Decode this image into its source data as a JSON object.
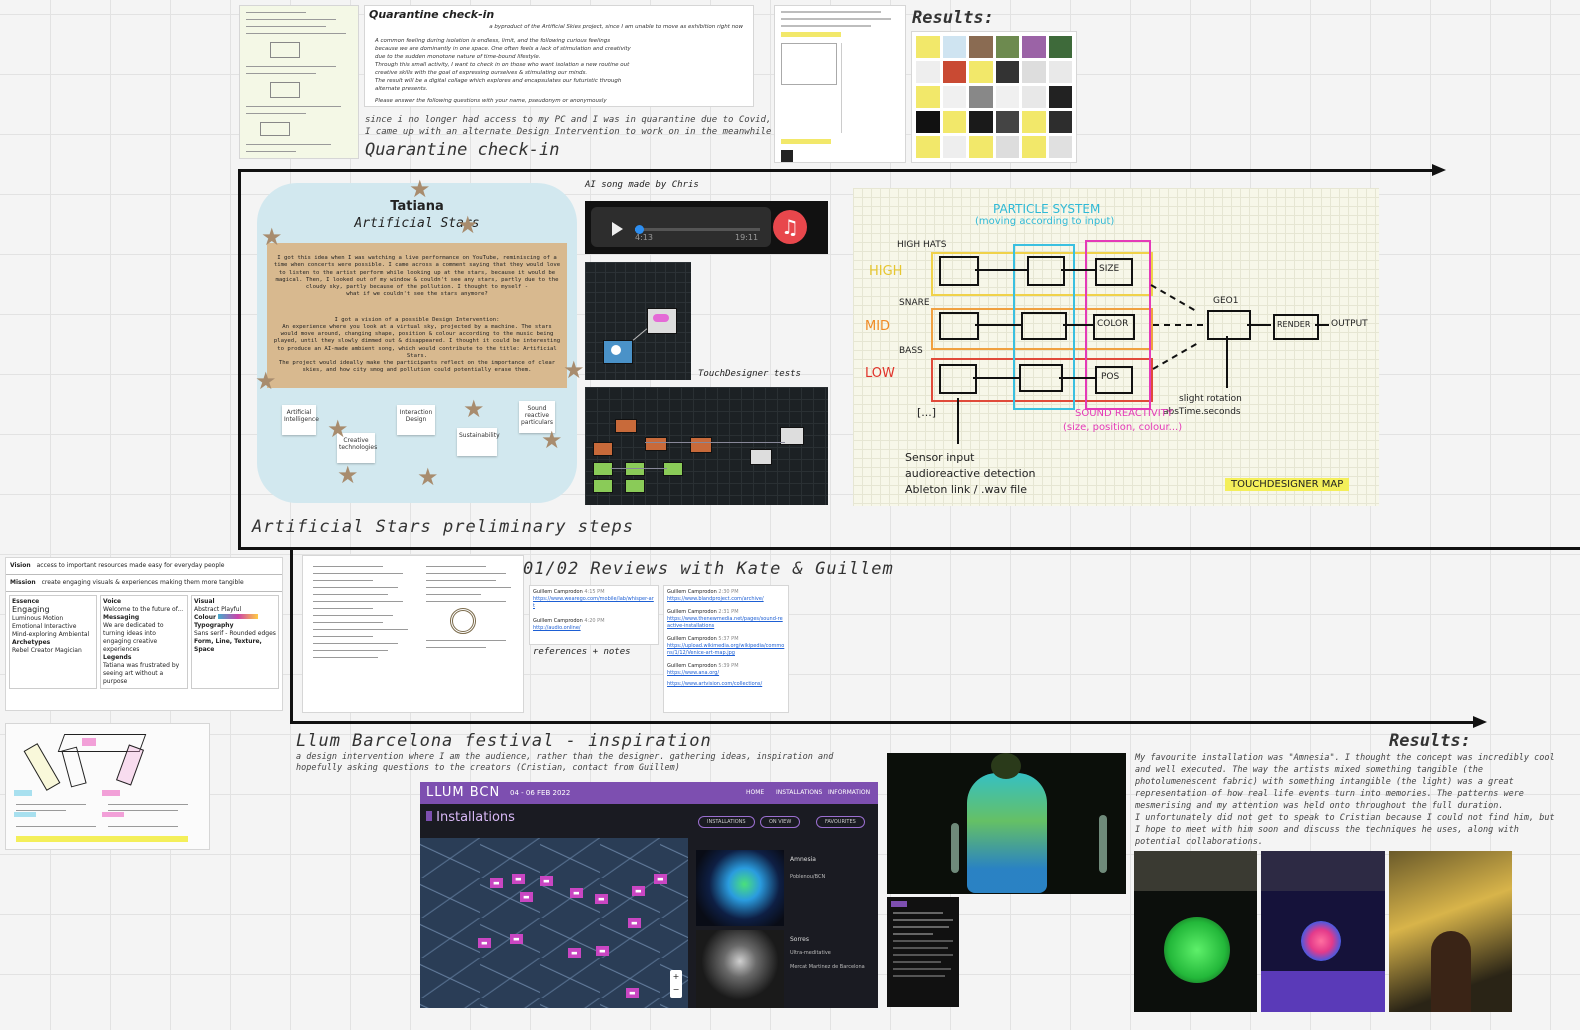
{
  "quarantine": {
    "form_title": "Quarantine check-in",
    "form_lines": [
      "a byproduct of the Artificial Skies project, since I am unable to move as exhibition right now",
      "A common feeling during isolation is endless, limit, and the following curious feelings",
      "because we are dominantly in one space. One often feels a lack of stimulation and creativity",
      "due to the sudden monotone nature of time-bound lifestyle.",
      "Through this small activity, I want to check in on those who want isolation a new routine out",
      "creative skills with the goal of expressing ourselves & stimulating our minds.",
      "The result will be a digital collage which explores and encapsulates our futuristic through",
      "alternate presents.",
      "Please answer the following questions with your name, pseudonym or anonymously"
    ],
    "caption": "since i no longer had access to my PC and I was in quarantine due to Covid,\nI came up with an alternate Design Intervention to work on in the meanwhile",
    "heading": "Quarantine check-in",
    "results_label": "Results:"
  },
  "stars": {
    "name": "Tatiana",
    "title": "Artificial Stars",
    "paragraph1": "I got this idea when I was watching a live performance on YouTube, reminiscing of a time when concerts were possible. I came across a comment saying that they would love to listen to the artist perform while looking up at the stars, because it would be magical. Then, I looked out of my window & couldn't see any stars, partly due to the cloudy sky, partly because of the pollution. I thought to myself -\nwhat if we couldn't see the stars anymore?",
    "paragraph2": "I got a vision of a possible Design Intervention:\nAn experience where you look at a virtual sky, projected by a machine. The stars would move around, changing shape, position & colour according to the music being played, until they slowly dimmed out & disappeared. I thought it could be interesting to produce an AI-made ambient song, which would contribute to the title: Artificial Stars.\nThe project would ideally make the participants reflect on the importance of clear skies, and how city smog and pollution could potentially erase them.",
    "notes": [
      "Artificial Intelligence",
      "Creative technologies",
      "Interaction Design",
      "Sustainability",
      "Sound reactive particulars"
    ],
    "heading": "Artificial Stars preliminary steps"
  },
  "audio": {
    "caption": "AI song made by Chris",
    "current_time": "4:13",
    "total_time": "19:11",
    "progress": 0.03
  },
  "touchdesigner_caption": "TouchDesigner tests",
  "td_map": {
    "title": "PARTICLE SYSTEM",
    "subtitle": "(moving according to input)",
    "rows": [
      {
        "level": "HIGH",
        "source": "HIGH HATS",
        "attr": "SIZE",
        "color": "#f0d24a"
      },
      {
        "level": "MID",
        "source": "SNARE",
        "attr": "COLOR",
        "color": "#f0a040"
      },
      {
        "level": "LOW",
        "source": "BASS",
        "attr": "POS",
        "color": "#e04a3a"
      }
    ],
    "geo_label": "GEO1",
    "render_label": "RENDER",
    "output_label": "OUTPUT",
    "sound_reactivity": "SOUND REACTIVITY",
    "sound_reactivity_sub": "(size, position, colour...)",
    "ellipsis": "[...]",
    "sensor_lines": [
      "Sensor input",
      "audioreactive detection",
      "Ableton link / .wav file"
    ],
    "rotation_lines": [
      "slight rotation",
      "absTime.seconds"
    ],
    "map_label": "TOUCHDESIGNER MAP",
    "level_colors": {
      "HIGH": "#e6c630",
      "MID": "#f08a24",
      "LOW": "#e0332a"
    }
  },
  "reviews": {
    "heading": "01/02 Reviews with Kate & Guillem",
    "references_label": "references + notes",
    "chat_left": [
      {
        "author": "Guillem Camprodon",
        "time": "4:15 PM",
        "link": "https://www.wearego.com/mobile/lab/whisper-art"
      },
      {
        "author": "Guillem Camprodon",
        "time": "4:20 PM",
        "link": "http://audio.online/"
      }
    ],
    "chat_right": [
      {
        "author": "Guillem Camprodon",
        "time": "2:30 PM",
        "link": "https://www.blandproject.com/archive/"
      },
      {
        "author": "Guillem Camprodon",
        "time": "2:31 PM",
        "link": "https://www.thenewmedia.net/pages/sound-reactive-installations"
      },
      {
        "author": "Guillem Camprodon",
        "time": "5:37 PM",
        "link": "https://upload.wikimedia.org/wikipedia/commons/1/12/Venice-art-map.jpg"
      },
      {
        "author": "Guillem Camprodon",
        "time": "5:39 PM",
        "link": "https://www.ana.org/"
      },
      {
        "author": "",
        "time": "",
        "link": "https://www.artvision.com/collections/"
      }
    ]
  },
  "brand_board": {
    "vision_label": "Vision",
    "vision_text": "access to important resources made easy for everyday people",
    "mission_label": "Mission",
    "mission_text": "create engaging visuals & experiences making them more tangible",
    "essence_label": "Essence",
    "essence_value": "Engaging",
    "characteristics": [
      "Luminous",
      "Motion",
      "Emotional",
      "Interactive",
      "Mind-exploring",
      "Ambiental"
    ],
    "voice_label": "Voice",
    "voice_value": "Welcome to the future of...",
    "visual_label": "Visual",
    "visual_values": [
      "Abstract",
      "Playful"
    ],
    "messaging_label": "Messaging",
    "messaging_value": "We are dedicated to turning ideas into engaging creative experiences",
    "colour_label": "Colour",
    "typography_label": "Typography",
    "typography_value": "Sans serif - Rounded edges",
    "legends_label": "Legends",
    "legends_value": "Tatiana was frustrated by seeing art without a purpose",
    "form_label": "Form, Line, Texture, Space",
    "archetypes_label": "Archetypes",
    "archetypes": [
      "Rebel",
      "Creator",
      "Magician"
    ]
  },
  "llum": {
    "heading": "Llum Barcelona festival - inspiration",
    "description": "a design intervention where I am the audience, rather than the designer. gathering ideas, inspiration and hopefully asking questions to the creators (Cristian, contact from Guillem)",
    "site": {
      "logo": "LLUM BCN",
      "dates": "04 - 06 FEB 2022",
      "nav": [
        "HOME",
        "INSTALLATIONS",
        "INFORMATION"
      ],
      "section_title": "Installations",
      "filters": [
        "INSTALLATIONS",
        "ON VIEW",
        "FAVOURITES"
      ],
      "card1_title": "Amnesia",
      "card1_sub": "Poblenou/BCN",
      "card2_title": "Sorres",
      "card2_sub": "Ultra-meditative",
      "card2_place": "Mercat Martinez de Barcelona"
    },
    "results_label": "Results:",
    "results_text": "My favourite installation was \"Amnesia\". I thought the concept was incredibly cool and well executed. The way the artists mixed something tangible (the photolumenescent fabric) with something intangible (the light) was a great representation of how real life events turn into memories. The patterns were mesmerising and my attention was held onto throughout the full duration.\nI unfortunately did not get to speak to Cristian because I could not find him, but I hope to meet with him soon and discuss the techniques he uses, along with potential collaborations."
  }
}
